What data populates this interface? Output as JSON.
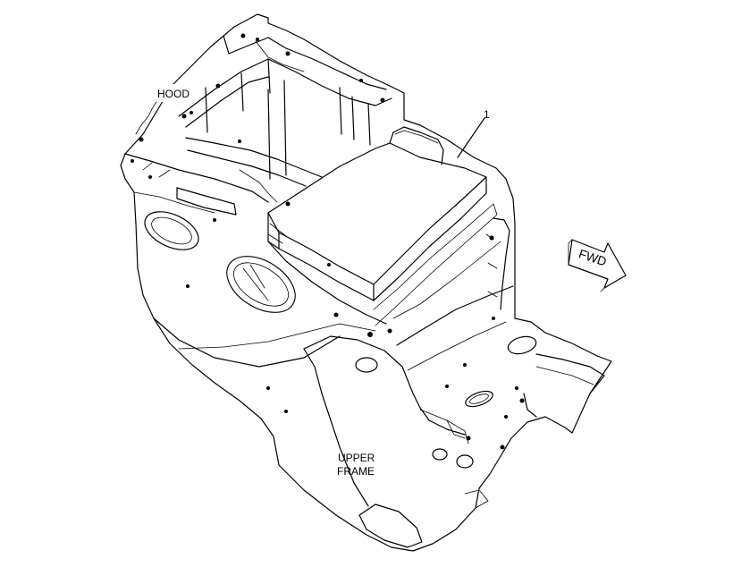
{
  "labels": {
    "hood": "HOOD",
    "part_number": "1",
    "upper_frame_line1": "UPPER",
    "upper_frame_line2": "FRAME",
    "fwd": "FWD"
  }
}
